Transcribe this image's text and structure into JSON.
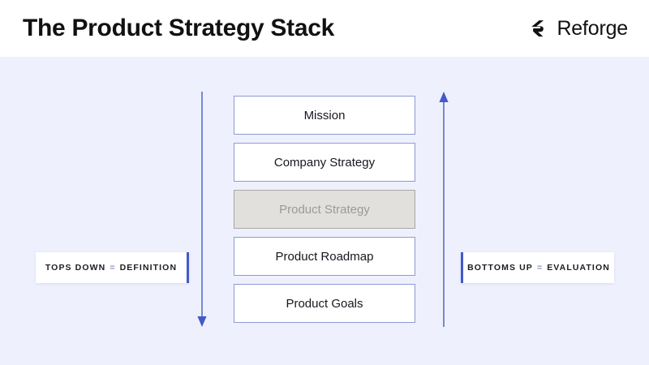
{
  "header": {
    "title": "The Product Strategy Stack",
    "brand": {
      "name": "Reforge",
      "mark_icon": "reforge-logo-icon"
    }
  },
  "diagram": {
    "type": "layered-stack",
    "stack": [
      {
        "label": "Mission",
        "state": "normal"
      },
      {
        "label": "Company Strategy",
        "state": "normal"
      },
      {
        "label": "Product Strategy",
        "state": "muted"
      },
      {
        "label": "Product Roadmap",
        "state": "normal"
      },
      {
        "label": "Product Goals",
        "state": "normal"
      }
    ],
    "arrows": [
      {
        "name": "tops-down-arrow",
        "direction": "down",
        "side": "left"
      },
      {
        "name": "bottoms-up-arrow",
        "direction": "up",
        "side": "right"
      }
    ],
    "callouts": [
      {
        "side": "left",
        "prefix": "TOPS DOWN",
        "operator": "=",
        "suffix": "DEFINITION"
      },
      {
        "side": "right",
        "prefix": "BOTTOMS UP",
        "operator": "=",
        "suffix": "EVALUATION"
      }
    ]
  },
  "colors": {
    "background": "#eef0fd",
    "header_background": "#ffffff",
    "box_border": "#8b9bd4",
    "box_fill": "#ffffff",
    "muted_fill": "#e1e0dd",
    "muted_border": "#a9a7a3",
    "muted_text": "#9a9a9a",
    "accent": "#4459c7",
    "arrow": "#5a6fc4",
    "title_text": "#111111"
  }
}
